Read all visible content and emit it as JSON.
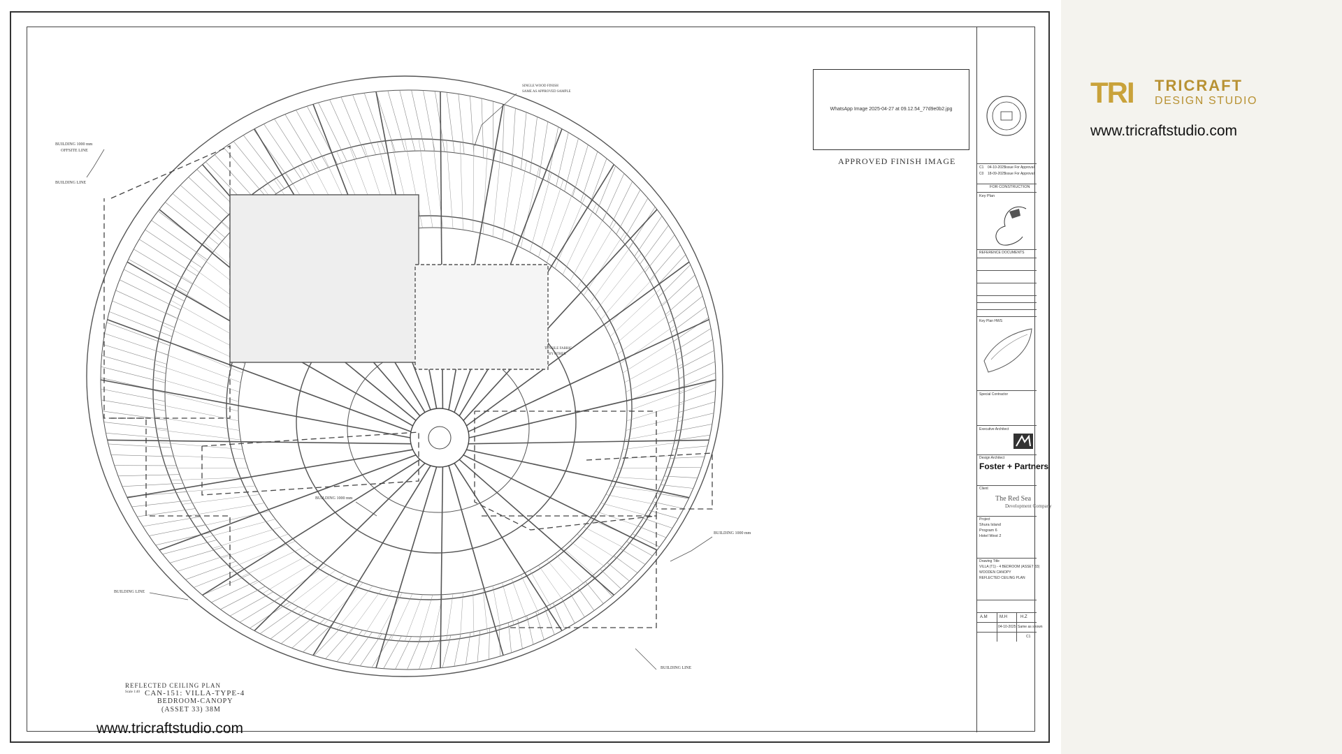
{
  "drawing": {
    "title_line1": "REFLECTED CEILING PLAN",
    "scale": "Scale 1:40",
    "title_line2": "CAN-151: VILLA-TYPE-4",
    "title_line3": "BEDROOM-CANOPY",
    "title_line4": "(ASSET 33) 38M",
    "labels": {
      "building_offset_1": "BUILDING 1000 mm",
      "offset_line": "OFFSITE LINE",
      "building_line": "BUILDING LINE",
      "building_offset_2": "BUILDING 1000 mm",
      "building_offset_3": "BUILDING 1000 mm",
      "building_line_2": "BUILDING LINE",
      "building_line_3": "BUILDING LINE",
      "single_wood_finish": "SINGLE WOOD FINISH",
      "same_as_approved": "SAME AS APPROVED SAMPLE",
      "tensile_fabric": "TENSILE FABRIC",
      "by_other": "BY OTHER"
    },
    "approved_finish_file": "WhatsApp Image 2025-04-27 at 09.12.54_77d9e0b2.jpg",
    "approved_finish_title": "APPROVED FINISH IMAGE"
  },
  "title_block": {
    "for_construction": "FOR CONSTRUCTION",
    "key_plan": "Key Plan",
    "reference_documents": "REFERENCE DOCUMENTS",
    "key_plan_hws": "Key Plan HWS",
    "specialist_contractor": "Special Contractor",
    "executive_architect": "Executive Architect",
    "design_architect": "Design Architect",
    "foster_partners": "Foster + Partners",
    "client": "Client",
    "red_sea": "The Red Sea",
    "red_sea_sub": "Development Company",
    "project_label": "Project",
    "project_lines": [
      "Shura Island",
      "Program 6",
      "Hotel West 2"
    ],
    "drawing_title_label": "Drawing Title",
    "drawing_title_lines": [
      "VILLA (T1) - 4 BEDROOM (ASSET 33)",
      "WOODEN CANOPY",
      "REFLECTED CEILING PLAN"
    ],
    "drawn_by": "A.M",
    "checked_by": "M.H",
    "approved_by": "H.Z",
    "date": "04-10-2025",
    "scale_note": "Same as shown",
    "revision": "C1",
    "revisions": [
      {
        "rev": "C1",
        "date": "04-10-2025",
        "desc": "Issue For Approval"
      },
      {
        "rev": "C0",
        "date": "18-09-2025",
        "desc": "Issue For Approval"
      }
    ]
  },
  "brand": {
    "logo_mark": "TRI",
    "name": "TRICRAFT",
    "subtitle": "DESIGN STUDIO",
    "url": "www.tricraftstudio.com",
    "watermark_url": "www.tricraftstudio.com"
  },
  "colors": {
    "gold": "#c9a23a",
    "line": "#444444",
    "panel": "#f4f3ee"
  }
}
